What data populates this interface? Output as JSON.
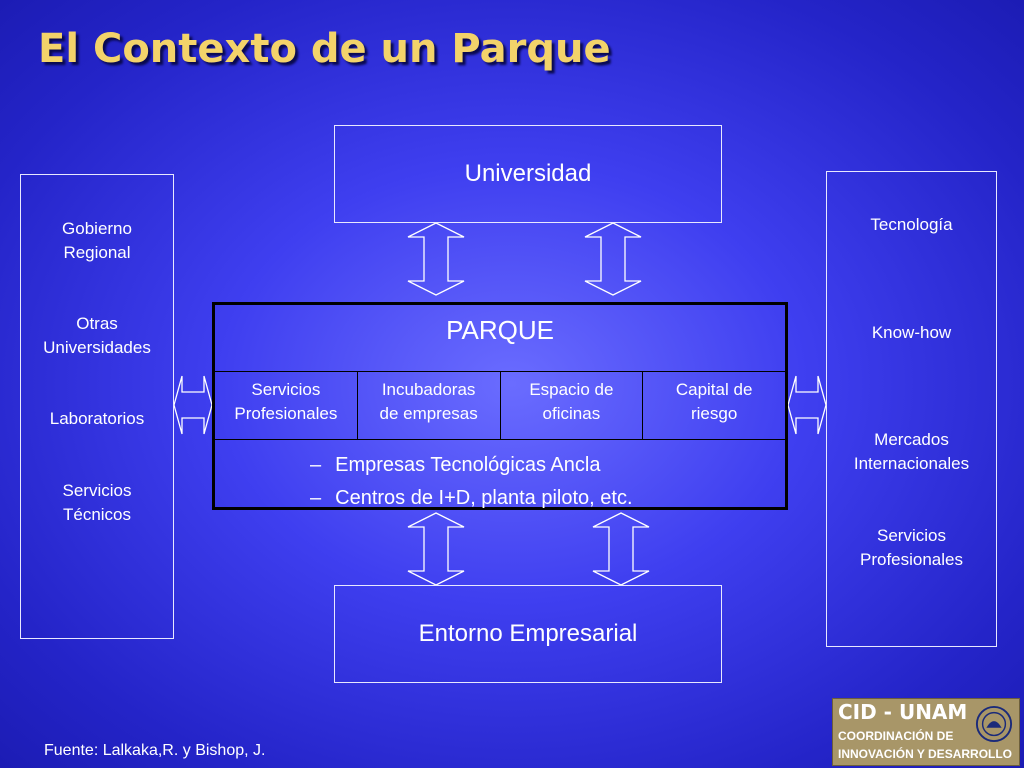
{
  "title": "El Contexto de un Parque",
  "top_box": "Universidad",
  "bottom_box": "Entorno Empresarial",
  "parque": {
    "title": "PARQUE",
    "services": [
      {
        "line1": "Servicios",
        "line2": "Profesionales"
      },
      {
        "line1": "Incubadoras",
        "line2": "de empresas"
      },
      {
        "line1": "Espacio de",
        "line2": "oficinas"
      },
      {
        "line1": "Capital de",
        "line2": "riesgo"
      }
    ],
    "bullets": [
      {
        "dash": "–",
        "text": "Empresas Tecnológicas Ancla"
      },
      {
        "dash": "–",
        "text": "Centros de I+D, planta piloto, etc."
      }
    ]
  },
  "left_items": [
    {
      "line1": "Gobierno",
      "line2": "Regional"
    },
    {
      "line1": "Otras",
      "line2": "Universidades"
    },
    {
      "line1": "Laboratorios",
      "line2": ""
    },
    {
      "line1": "Servicios",
      "line2": "Técnicos"
    }
  ],
  "right_items": [
    {
      "line1": "Tecnología",
      "line2": ""
    },
    {
      "line1": "Know-how",
      "line2": ""
    },
    {
      "line1": "Mercados",
      "line2": "Internacionales"
    },
    {
      "line1": "Servicios",
      "line2": "Profesionales"
    }
  ],
  "footer": "Fuente: Lalkaka,R. y Bishop, J.",
  "logo": {
    "line1": "CID - UNAM",
    "line2": "COORDINACIÓN  DE",
    "line3": "INNOVACIÓN Y DESARROLLO"
  },
  "colors": {
    "title": "#f3d36a",
    "background": "#3f3ff0",
    "text": "#ffffff",
    "logo_bg": "#a89668"
  }
}
